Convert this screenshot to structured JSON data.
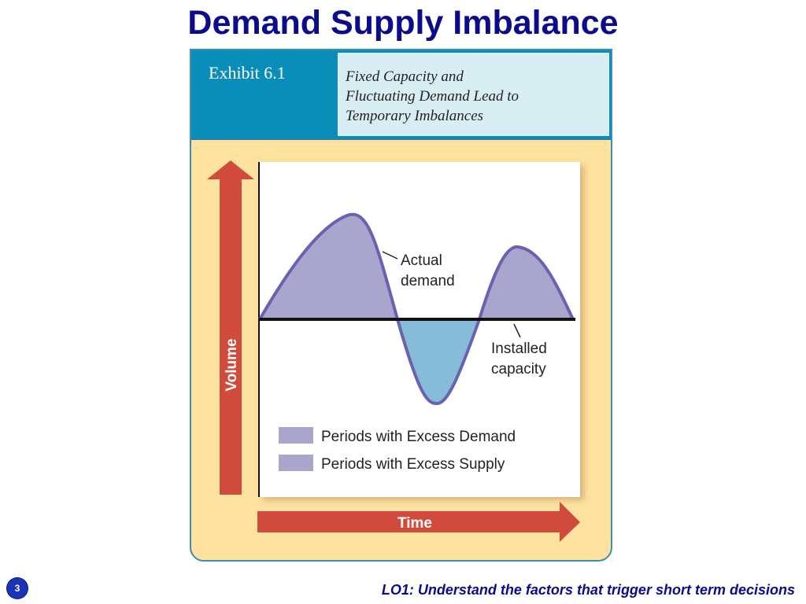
{
  "slide": {
    "title": "Demand Supply Imbalance",
    "slide_number": "3",
    "footer_note": "LO1: Understand the factors that trigger short term decisions"
  },
  "exhibit": {
    "number_label": "Exhibit 6.1",
    "caption": "Fixed Capacity and\nFluctuating Demand Lead to\nTemporary Imbalances"
  },
  "diagram": {
    "y_axis_label": "Volume",
    "x_axis_label": "Time",
    "demand_label_line1": "Actual",
    "demand_label_line2": "demand",
    "capacity_label_line1": "Installed",
    "capacity_label_line2": "capacity",
    "legend": [
      {
        "label": "Periods with Excess Demand",
        "color": "#a8a6cc"
      },
      {
        "label": "Periods with Excess Supply",
        "color": "#a8a6cc"
      }
    ],
    "colors": {
      "arrow": "#d04b3c",
      "excess_demand_fill": "#a8a6cc",
      "excess_supply_fill": "#86bcd8",
      "curve_stroke": "#6a62b0",
      "capacity_line": "#111111"
    }
  }
}
